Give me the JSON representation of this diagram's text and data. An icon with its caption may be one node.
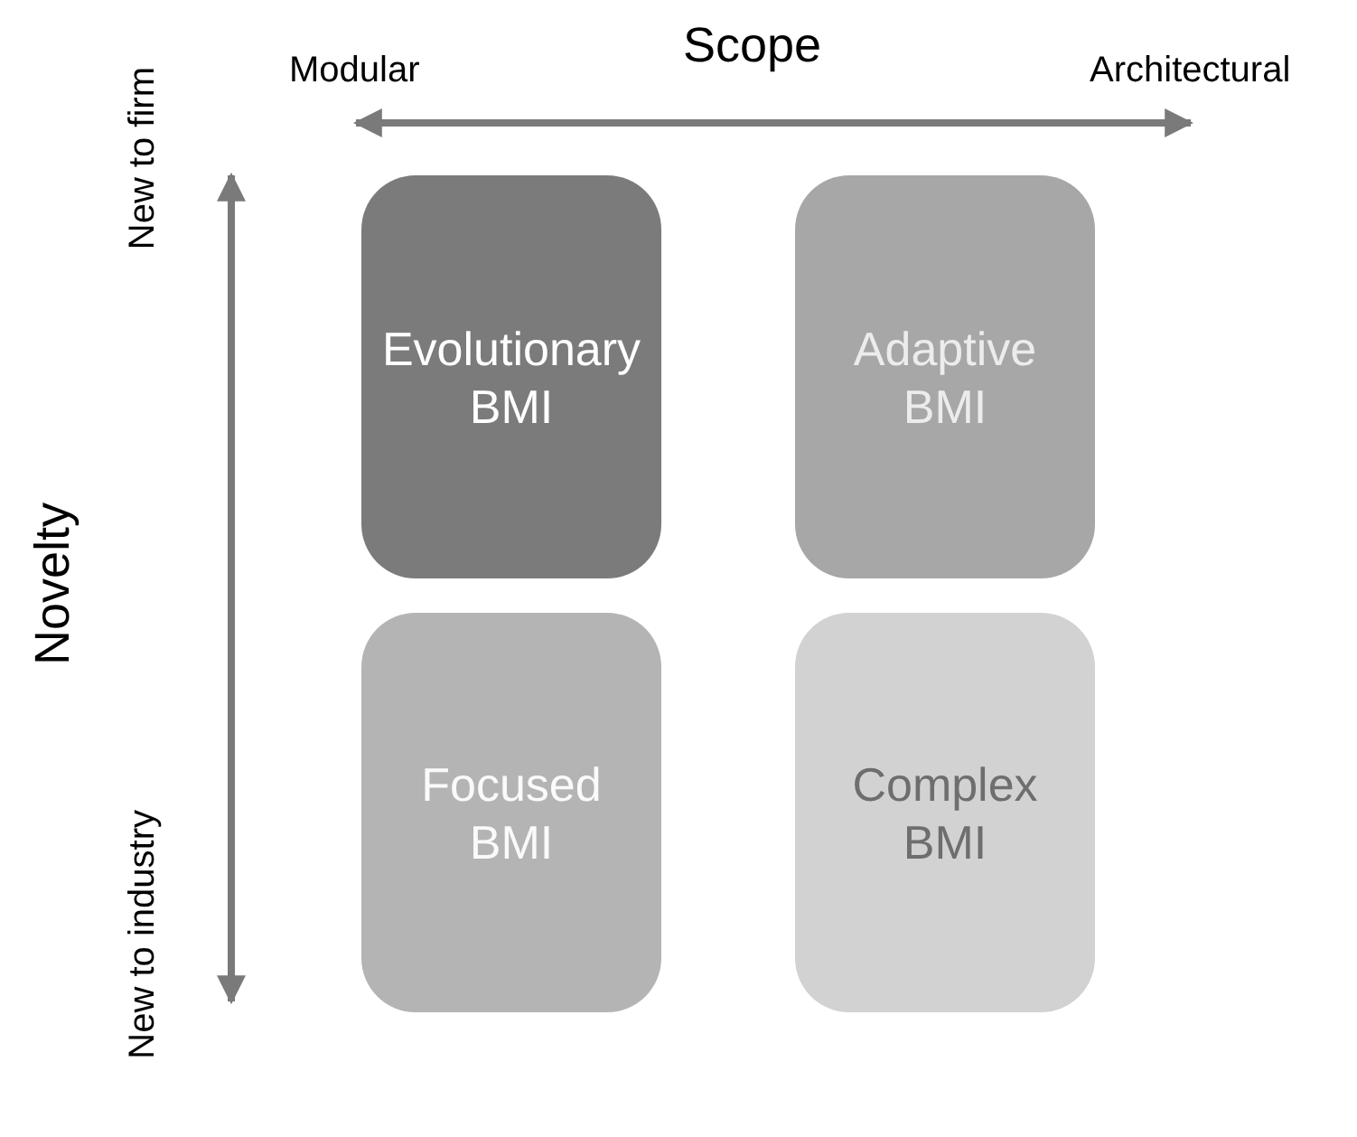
{
  "diagram": {
    "nodes": [
      {
        "text": [
          "Evolutionary BMI"
        ]
      },
      {
        "text": [
          "Adaptive BMI"
        ]
      },
      {
        "text": [
          "Focused BMI"
        ]
      },
      {
        "text": [
          "Complex BMI"
        ]
      }
    ],
    "edges": [],
    "labels": [
      "Scope",
      "Modular",
      "Architectural",
      "New to firm",
      "Novelty",
      "New to industry"
    ]
  }
}
